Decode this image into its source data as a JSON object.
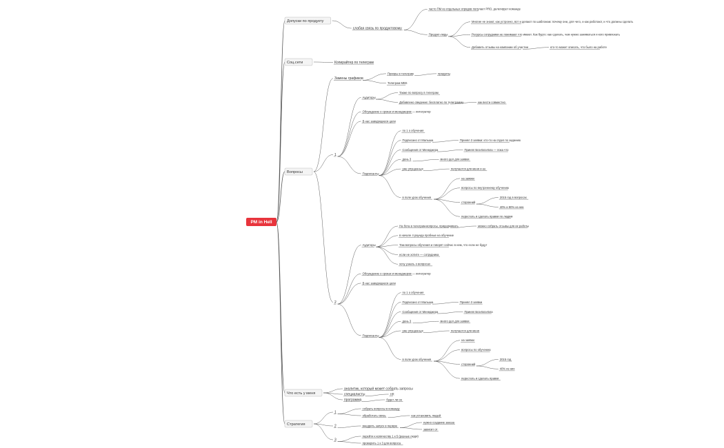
{
  "root": {
    "label": "PM in Hell",
    "color": "#e8343c"
  },
  "branches": [
    {
      "label": "Допуски по продукту",
      "children": [
        {
          "label": "слабая связь по продуктовому",
          "children": [
            {
              "label": "часто ПМ из отдельных отрядов получает PRD, делегирует команде"
            },
            {
              "label": "Продукт-лиды",
              "children": [
                {
                  "label": "Многие не знают, как устроено, вот и делают по шаблонам: почему они, для чего, и как работают, и что должны сделать"
                },
                {
                  "label": "Ресурсы сотрудники не понимают что имеют. Как будто: как сделать, чем нужно заниматься и кого привлекать"
                },
                {
                  "label": "Добавить отзывы на компании об участии",
                  "children": [
                    {
                      "label": "кто-то может описать, что было на работе"
                    }
                  ]
                }
              ]
            }
          ]
        }
      ]
    },
    {
      "label": "Соц.сети",
      "children": [
        {
          "label": "Копирайтер по телеграм"
        }
      ]
    },
    {
      "label": "Вопросы",
      "children": [
        {
          "label": "Замены графиков",
          "children": [
            {
              "label": "Приоры в телеграм",
              "children": [
                {
                  "label": "продукты"
                }
              ]
            },
            {
              "label": "Телеграм MBS"
            }
          ]
        },
        {
          "label": "1",
          "children": [
            {
              "label": "Аудиторы",
              "children": [
                {
                  "label": "Также по вопросу в телеграм"
                },
                {
                  "label": "Добавлено сведение: бесплатно по телеграмму",
                  "children": [
                    {
                      "label": "как вести совместно"
                    }
                  ]
                }
              ]
            },
            {
              "label": "Обсуждение о сроках и менеджеров — интегратор"
            },
            {
              "label": "В нас заводящиеся цели"
            },
            {
              "label": "Подписанты",
              "children": [
                {
                  "label": "по 1 о обучения"
                },
                {
                  "label": "Подписано от Малыша",
                  "children": [
                    {
                      "label": "Принял 3 заявки: кто-то на отдел по заданию"
                    }
                  ]
                },
                {
                  "label": "Сообщения от Менеджера",
                  "children": [
                    {
                      "label": "Принял Бла-Бла-Бла — пока что"
                    }
                  ]
                },
                {
                  "label": "день 3",
                  "children": [
                    {
                      "label": "много дел для заявки"
                    }
                  ]
                },
                {
                  "label": "уже упущенных",
                  "children": [
                    {
                      "label": "получается для меня и ее"
                    }
                  ]
                },
                {
                  "label": "в поле урок обучения",
                  "children": [
                    {
                      "label": "на заявки"
                    },
                    {
                      "label": "вопросы по внутреннему обучению"
                    },
                    {
                      "label": "сторонний",
                      "children": [
                        {
                          "label": "2015 год в вопросах"
                        },
                        {
                          "label": "40% и 80% из них"
                        }
                      ]
                    },
                    {
                      "label": "перестать и сделать правки по людям"
                    }
                  ]
                }
              ]
            }
          ]
        },
        {
          "label": "2",
          "children": [
            {
              "label": "Аудиторы",
              "children": [
                {
                  "label": "На бота в телеграм-вопросы, придерживать",
                  "children": [
                    {
                      "label": "можно собрать отзывы для их работы"
                    }
                  ]
                },
                {
                  "label": "в начале 4 раунда пробные на обучение"
                },
                {
                  "label": "Там вопросы обучения и говорят сейчас в нем, что если не будут"
                },
                {
                  "label": "если не хотите — сотрудника"
                },
                {
                  "label": "хочу узнать о вопросах"
                }
              ]
            },
            {
              "label": "Обсуждение о сроках и менеджеров — интегратор"
            },
            {
              "label": "В нас заводящиеся цели"
            },
            {
              "label": "Подписанты",
              "children": [
                {
                  "label": "по 1 о обучения"
                },
                {
                  "label": "Подписано от Малыша",
                  "children": [
                    {
                      "label": "Принял 3 заявки"
                    }
                  ]
                },
                {
                  "label": "Сообщения от Менеджера",
                  "children": [
                    {
                      "label": "Принял Бла-Бла-Бла"
                    }
                  ]
                },
                {
                  "label": "день 3",
                  "children": [
                    {
                      "label": "много дел для заявки"
                    }
                  ]
                },
                {
                  "label": "уже упущенных",
                  "children": [
                    {
                      "label": "получается для меня"
                    }
                  ]
                },
                {
                  "label": "в поле урок обучения",
                  "children": [
                    {
                      "label": "на заявки"
                    },
                    {
                      "label": "вопросы по обучению"
                    },
                    {
                      "label": "сторонний",
                      "children": [
                        {
                          "label": "2015 год"
                        },
                        {
                          "label": "40% из них"
                        }
                      ]
                    },
                    {
                      "label": "перестать и сделать правки"
                    }
                  ]
                }
              ]
            }
          ]
        }
      ]
    },
    {
      "label": "Что есть у меня",
      "children": [
        {
          "label": "аналитик, который может собрать запросы"
        },
        {
          "label": "специалисты",
          "children": [
            {
              "label": "HR"
            }
          ]
        },
        {
          "label": "программа",
          "children": [
            {
              "label": "будет ли он"
            }
          ]
        }
      ]
    },
    {
      "label": "Стратегия",
      "children": [
        {
          "label": "1",
          "children": [
            {
              "label": "собрать вопросы в команду"
            },
            {
              "label": "обработать связь",
              "children": [
                {
                  "label": "как установить людей"
                }
              ]
            }
          ]
        },
        {
          "label": "2",
          "children": [
            {
              "label": "внедрить запуск в первую",
              "children": [
                {
                  "label": "нужно создание заказа"
                },
                {
                  "label": "зависит от"
                }
              ]
            }
          ]
        },
        {
          "label": "3",
          "children": [
            {
              "label": "перейти к количеству 1 к 5 (разные люди)"
            },
            {
              "label": "проверить 1 к 3 для вопроса"
            }
          ]
        }
      ]
    }
  ]
}
